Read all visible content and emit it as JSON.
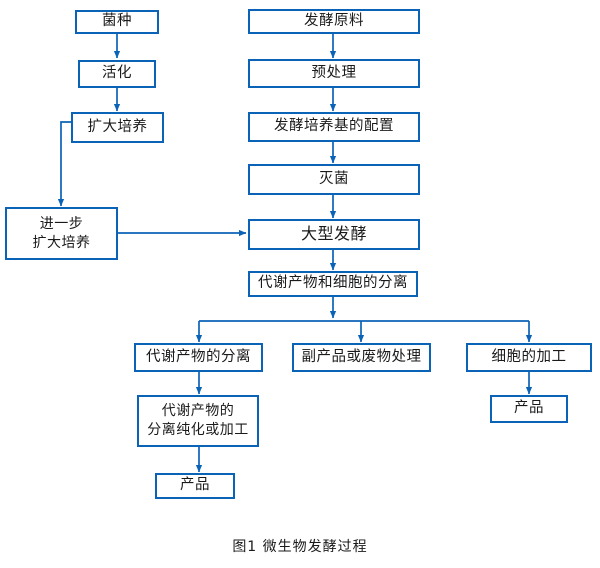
{
  "figure": {
    "caption": "图1 微生物发酵过程",
    "accent_color": "#0b63b8",
    "text_color": "#1a1a1a",
    "background_color": "#ffffff"
  },
  "nodes": {
    "strain": {
      "label": "菌种"
    },
    "activation": {
      "label": "活化"
    },
    "expand_culture": {
      "label": "扩大培养"
    },
    "further_expand_culture": {
      "label": "进一步\n扩大培养"
    },
    "raw_material": {
      "label": "发酵原料"
    },
    "pretreatment": {
      "label": "预处理"
    },
    "medium_preparation": {
      "label": "发酵培养基的配置"
    },
    "sterilization": {
      "label": "灭菌"
    },
    "large_fermentation": {
      "label": "大型发酵"
    },
    "separation_metabolite_cell": {
      "label": "代谢产物和细胞的分离"
    },
    "metabolite_separation": {
      "label": "代谢产物的分离"
    },
    "byproduct_waste_treatment": {
      "label": "副产品或废物处理"
    },
    "cell_processing": {
      "label": "细胞的加工"
    },
    "metabolite_purification": {
      "label": "代谢产物的\n分离纯化或加工"
    },
    "product_left": {
      "label": "产品"
    },
    "product_right": {
      "label": "产品"
    }
  }
}
